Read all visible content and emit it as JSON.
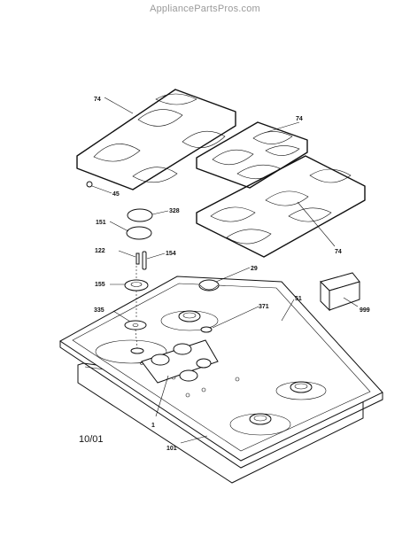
{
  "watermark": "AppliancePartsPros.com",
  "date_code": "10/01",
  "callouts": [
    {
      "id": "74a",
      "label": "74"
    },
    {
      "id": "74b",
      "label": "74"
    },
    {
      "id": "74c",
      "label": "74"
    },
    {
      "id": "45",
      "label": "45"
    },
    {
      "id": "328",
      "label": "328"
    },
    {
      "id": "151",
      "label": "151"
    },
    {
      "id": "122",
      "label": "122"
    },
    {
      "id": "154",
      "label": "154"
    },
    {
      "id": "155",
      "label": "155"
    },
    {
      "id": "29",
      "label": "29"
    },
    {
      "id": "51",
      "label": "51"
    },
    {
      "id": "999",
      "label": "999"
    },
    {
      "id": "335",
      "label": "335"
    },
    {
      "id": "371",
      "label": "371"
    },
    {
      "id": "1",
      "label": "1"
    },
    {
      "id": "101",
      "label": "101"
    }
  ]
}
